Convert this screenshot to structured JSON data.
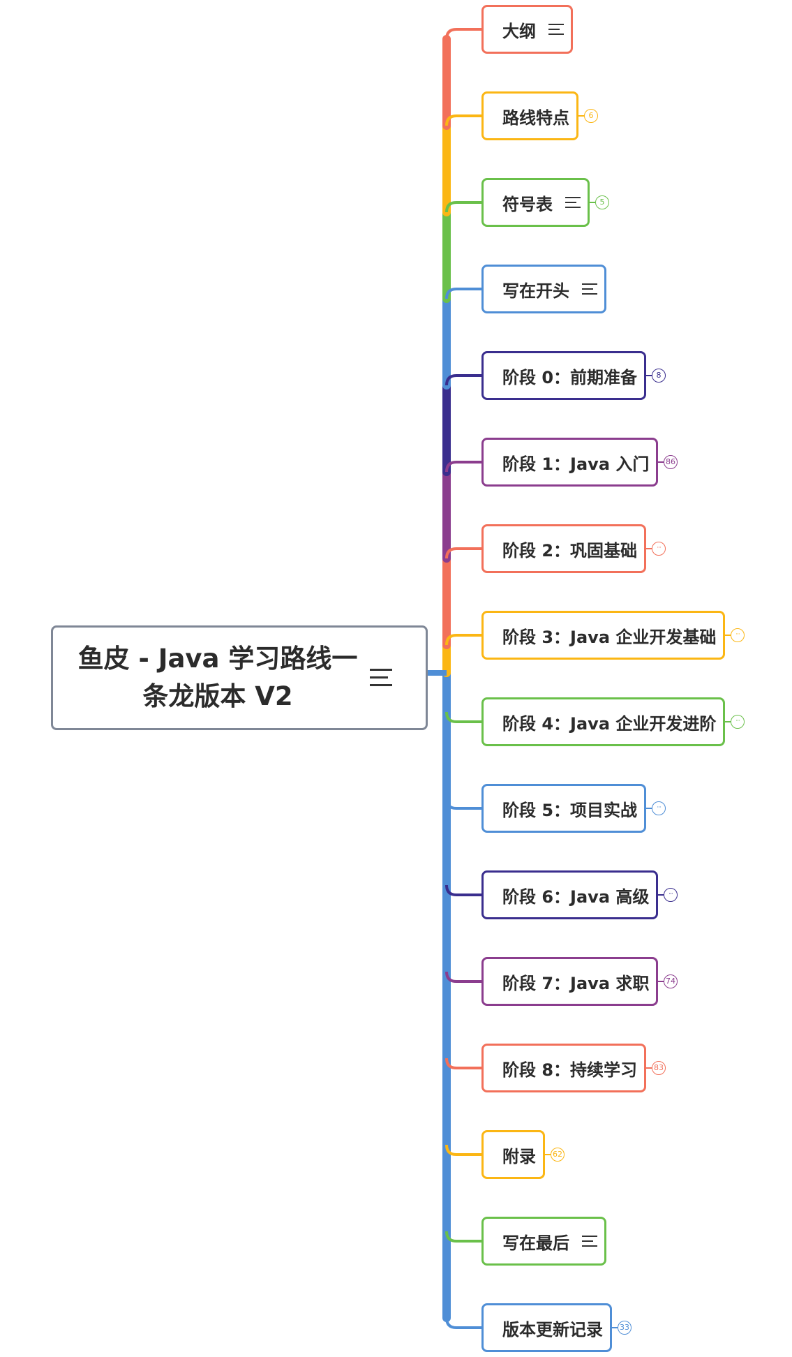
{
  "root": {
    "title": "鱼皮 - Java 学习路线一条龙版本 V2"
  },
  "colors": {
    "red": "#f2705a",
    "yellow": "#fbb614",
    "green": "#6ac04a",
    "blue": "#4f8ed6",
    "navy": "#3a2e8e",
    "purple": "#8b3d8e",
    "root_border": "#7f8796"
  },
  "nodes": [
    {
      "label": "大纲",
      "color": "red",
      "notes": true,
      "badge": null
    },
    {
      "label": "路线特点",
      "color": "yellow",
      "notes": false,
      "badge": "6"
    },
    {
      "label": "符号表",
      "color": "green",
      "notes": true,
      "badge": "5"
    },
    {
      "label": "写在开头",
      "color": "blue",
      "notes": true,
      "badge": null
    },
    {
      "label": "阶段 0：前期准备",
      "color": "navy",
      "notes": false,
      "badge": "8"
    },
    {
      "label": "阶段 1：Java 入门",
      "color": "purple",
      "notes": false,
      "badge": "86"
    },
    {
      "label": "阶段 2：巩固基础",
      "color": "red",
      "notes": false,
      "badge": "···"
    },
    {
      "label": "阶段 3：Java 企业开发基础",
      "color": "yellow",
      "notes": false,
      "badge": "···"
    },
    {
      "label": "阶段 4：Java 企业开发进阶",
      "color": "green",
      "notes": false,
      "badge": "···"
    },
    {
      "label": "阶段 5：项目实战",
      "color": "blue",
      "notes": false,
      "badge": "···"
    },
    {
      "label": "阶段 6：Java 高级",
      "color": "navy",
      "notes": false,
      "badge": "···"
    },
    {
      "label": "阶段 7：Java 求职",
      "color": "purple",
      "notes": false,
      "badge": "74"
    },
    {
      "label": "阶段 8：持续学习",
      "color": "red",
      "notes": false,
      "badge": "83"
    },
    {
      "label": "附录",
      "color": "yellow",
      "notes": false,
      "badge": "62"
    },
    {
      "label": "写在最后",
      "color": "green",
      "notes": true,
      "badge": null
    },
    {
      "label": "版本更新记录",
      "color": "blue",
      "notes": false,
      "badge": "33"
    }
  ]
}
